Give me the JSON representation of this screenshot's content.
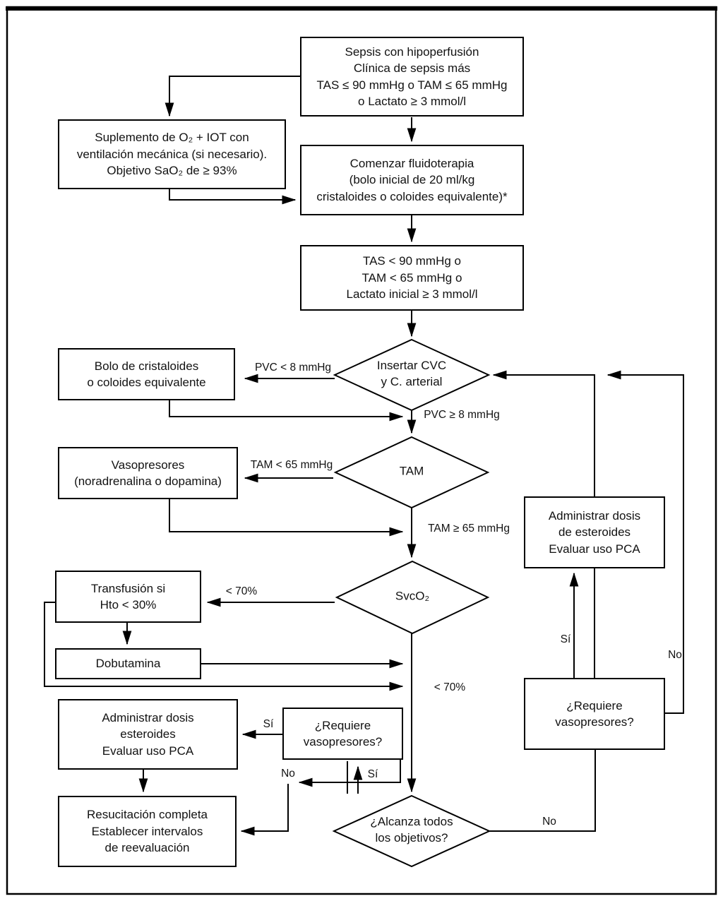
{
  "figure": {
    "colors": {
      "line": "#000000",
      "text": "#121212",
      "background": "#ffffff"
    }
  },
  "nodes": {
    "sepsis": {
      "shape": "box",
      "text": "Sepsis con hipoperfusión\nClínica de sepsis más\nTAS ≤ 90 mmHg o TAM ≤ 65 mmHg\no Lactato ≥ 3 mmol/l"
    },
    "suplemento_o2": {
      "shape": "box",
      "text": "Suplemento de O₂ + IOT con\nventilación mecánica (si necesario).\nObjetivo SaO₂ de ≥ 93%"
    },
    "fluidoterapia": {
      "shape": "box",
      "text": "Comenzar fluidoterapia\n(bolo inicial de 20 ml/kg\ncristaloides o coloides equivalente)*"
    },
    "tas_criterios": {
      "shape": "box",
      "text": "TAS < 90 mmHg o\nTAM < 65 mmHg o\nLactato inicial ≥ 3 mmol/l"
    },
    "insertar_cvc": {
      "shape": "diamond",
      "text": "Insertar CVC\ny C. arterial"
    },
    "bolo_cristaloides": {
      "shape": "box",
      "text": "Bolo de cristaloides\no coloides equivalente"
    },
    "tam": {
      "shape": "diamond",
      "text": "TAM"
    },
    "vasopresores": {
      "shape": "box",
      "text": "Vasopresores\n(noradrenalina o dopamina)"
    },
    "svco2": {
      "shape": "diamond",
      "text": "SvcO₂"
    },
    "transfusion": {
      "shape": "box",
      "text": "Transfusión si\nHto < 30%"
    },
    "dobutamina": {
      "shape": "box",
      "text": "Dobutamina"
    },
    "esteroides_izq": {
      "shape": "box",
      "text": "Administrar dosis\nesteroides\nEvaluar uso PCA"
    },
    "requiere_vasopresores_centro": {
      "shape": "box",
      "text": "¿Requiere\nvasopresores?"
    },
    "resucitacion": {
      "shape": "box",
      "text": "Resucitación completa\nEstablecer intervalos\nde reevaluación"
    },
    "esteroides_der": {
      "shape": "box",
      "text": "Administrar dosis\nde esteroides\nEvaluar uso PCA"
    },
    "requiere_vasopresores_der": {
      "shape": "box",
      "text": "¿Requiere\nvasopresores?"
    },
    "alcanza_objetivos": {
      "shape": "diamond",
      "text": "¿Alcanza todos\nlos objetivos?"
    }
  },
  "edge_labels": {
    "pvc_lt_8": "PVC < 8 mmHg",
    "pvc_ge_8": "PVC ≥ 8 mmHg",
    "tam_lt_65": "TAM < 65 mmHg",
    "tam_ge_65": "TAM ≥ 65 mmHg",
    "svco2_lt_70_izq": "< 70%",
    "svco2_lt_70_abajo": "< 70%",
    "si_esteroides_izq": "Sí",
    "no_centro": "No",
    "si_centro": "Sí",
    "si_der": "Sí",
    "no_der": "No",
    "no_alcanza": "No"
  }
}
